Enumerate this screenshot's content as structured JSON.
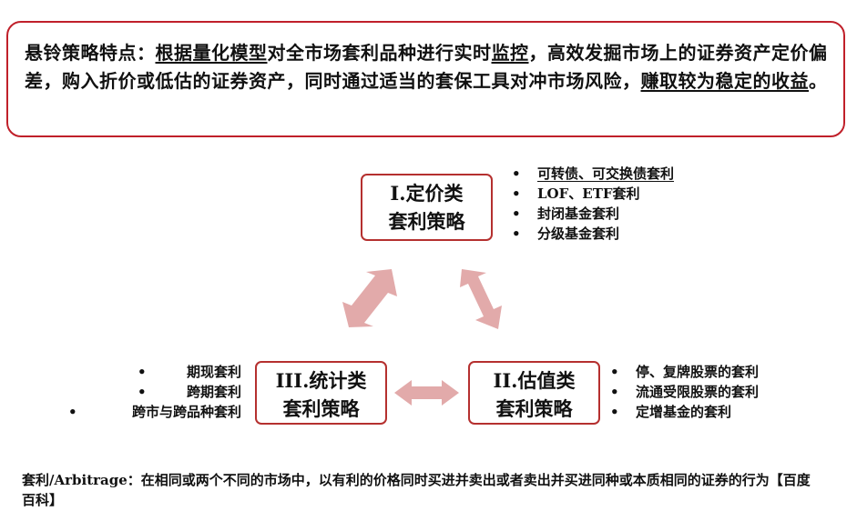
{
  "intro": {
    "lead": "悬铃策略特点：",
    "segments": [
      {
        "text": "根据量化模型",
        "u": true
      },
      {
        "text": "对全市场套利品种进行实时",
        "u": false
      },
      {
        "text": "监控",
        "u": true
      },
      {
        "text": "，高效发掘市场上的证券资产定价偏差，购入折价或低估的证券资产，同时通过适当的套保工具对冲市场风险，",
        "u": false
      },
      {
        "text": "赚取较为稳定的收益",
        "u": true
      },
      {
        "text": "。",
        "u": false
      }
    ]
  },
  "boxes": {
    "pricing": {
      "line1": "I.定价类",
      "line2": "套利策略"
    },
    "valuation": {
      "line1": "II.估值类",
      "line2": "套利策略"
    },
    "statistical": {
      "line1": "III.统计类",
      "line2": "套利策略"
    }
  },
  "pricing_items": [
    "可转债、可交换债套利",
    "LOF、ETF套利",
    "封闭基金套利",
    "分级基金套利"
  ],
  "valuation_items": [
    "停、复牌股票的套利",
    "流通受限股票的套利",
    "定增基金的套利"
  ],
  "statistical_items": [
    "期现套利",
    "跨期套利",
    "跨市与跨品种套利"
  ],
  "footer": "套利/Arbitrage：在相同或两个不同的市场中，以有利的价格同时买进并卖出或者卖出并买进同种或本质相同的证券的行为【百度百科】",
  "colors": {
    "border": "#c0202a",
    "arrow": "#e2aaaa"
  }
}
